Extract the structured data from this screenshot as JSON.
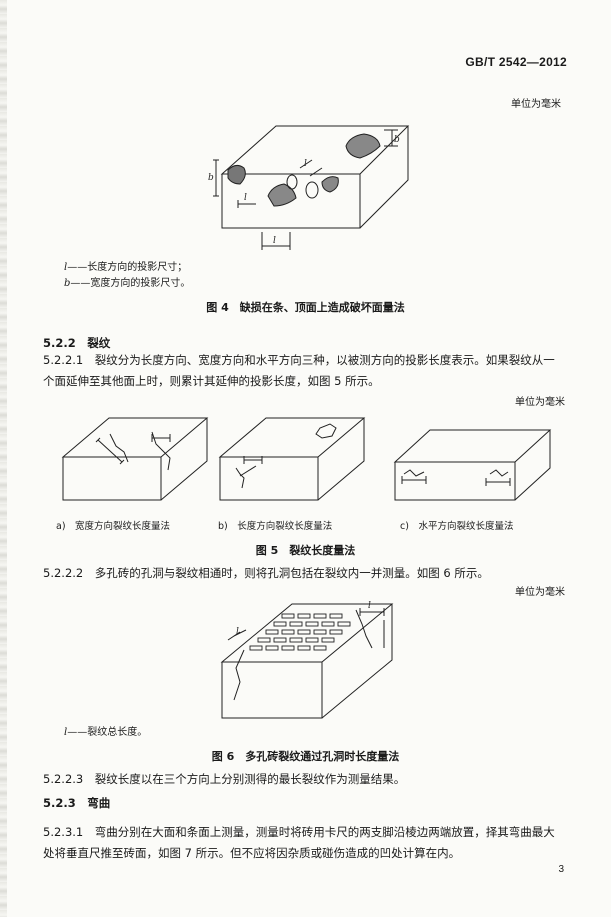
{
  "header": {
    "standard_code": "GB/T 2542—2012"
  },
  "unit_label": "单位为毫米",
  "figure4": {
    "legend": [
      {
        "symbol": "l",
        "text": "——长度方向的投影尺寸；"
      },
      {
        "symbol": "b",
        "text": "——宽度方向的投影尺寸。"
      }
    ],
    "dim_labels": {
      "l": "l",
      "b": "b"
    },
    "caption": "图 4　缺损在条、顶面上造成破坏面量法"
  },
  "sections": {
    "s522": {
      "number": "5.2.2",
      "title": "裂纹"
    },
    "s5221": {
      "number": "5.2.2.1",
      "line1": "裂纹分为长度方向、宽度方向和水平方向三种，以被测方向的投影长度表示。如果裂纹从一",
      "line2": "个面延伸至其他面上时，则累计其延伸的投影长度，如图 5 所示。"
    },
    "s5222": {
      "number": "5.2.2.2",
      "text": "多孔砖的孔洞与裂纹相通时，则将孔洞包括在裂纹内一并测量。如图 6 所示。"
    },
    "s5223": {
      "number": "5.2.2.3",
      "text": "裂纹长度以在三个方向上分别测得的最长裂纹作为测量结果。"
    },
    "s523": {
      "number": "5.2.3",
      "title": "弯曲"
    },
    "s5231": {
      "number": "5.2.3.1",
      "line1": "弯曲分别在大面和条面上测量，测量时将砖用卡尺的两支脚沿棱边两端放置，择其弯曲最大",
      "line2": "处将垂直尺推至砖面，如图 7 所示。但不应将因杂质或碰伤造成的凹处计算在内。"
    }
  },
  "figure5": {
    "subcaptions": [
      {
        "label": "a)",
        "text": "宽度方向裂纹长度量法"
      },
      {
        "label": "b)",
        "text": "长度方向裂纹长度量法"
      },
      {
        "label": "c)",
        "text": "水平方向裂纹长度量法"
      }
    ],
    "caption": "图 5　裂纹长度量法"
  },
  "figure6": {
    "legend": [
      {
        "symbol": "l",
        "text": "——裂纹总长度。"
      }
    ],
    "dim_label": "l",
    "caption": "图 6　多孔砖裂纹通过孔洞时长度量法"
  },
  "page_number": "3"
}
